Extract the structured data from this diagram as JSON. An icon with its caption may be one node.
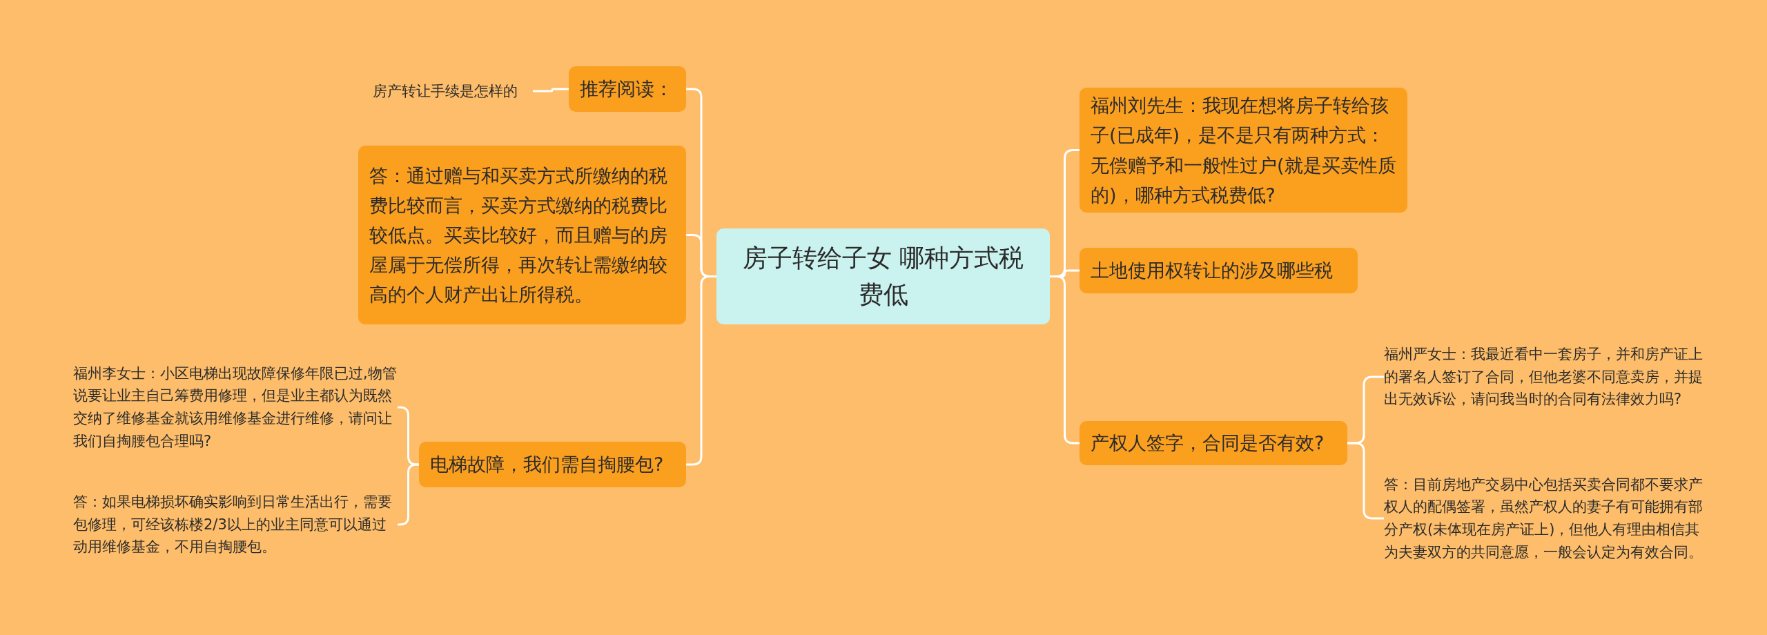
{
  "diagram": {
    "nodes": [
      {
        "text": [
          "房子转给子女 哪种方式税费低"
        ]
      },
      {
        "text": [
          "推荐阅读："
        ]
      },
      {
        "text": [
          "房产转让手续是怎样的"
        ]
      },
      {
        "text": [
          "答：通过赠与和买卖方式所缴纳的税费比较而言，买卖方式缴纳的税费比较低点。买卖比较好，而且赠与的房屋属于无偿所得，再次转让需缴纳较高的个人财产出让所得税。"
        ]
      },
      {
        "text": [
          "电梯故障，我们需自掏腰包?"
        ]
      },
      {
        "text": [
          "福州李女士：小区电梯出现故障保修年限已过,物管说要让业主自己筹费用修理，但是业主都认为既然交纳了维修基金就该用维修基金进行维修，请问让我们自掏腰包合理吗?"
        ]
      },
      {
        "text": [
          "答：如果电梯损坏确实影响到日常生活出行，需要包修理，可经该栋楼2/3以上的业主同意可以通过动用维修基金，不用自掏腰包。"
        ]
      },
      {
        "text": [
          "福州刘先生：我现在想将房子转给孩子(已成年)，是不是只有两种方式：无偿赠予和一般性过户(就是买卖性质的)，哪种方式税费低?"
        ]
      },
      {
        "text": [
          "土地使用权转让的涉及哪些税"
        ]
      },
      {
        "text": [
          "产权人签字，合同是否有效?"
        ]
      },
      {
        "text": [
          "福州严女士：我最近看中一套房子，并和房产证上的署名人签订了合同，但他老婆不同意卖房，并提出无效诉讼，请问我当时的合同有法律效力吗?"
        ]
      },
      {
        "text": [
          "答：目前房地产交易中心包括买卖合同都不要求产权人的配偶签署，虽然产权人的妻子有可能拥有部分产权(未体现在房产证上)，但他人有理由相信其为夫妻双方的共同意愿，一般会认定为有效合同。"
        ]
      }
    ],
    "edges": [
      {
        "from": 0,
        "to": 1,
        "arrow": "none"
      },
      {
        "from": 0,
        "to": 3,
        "arrow": "none"
      },
      {
        "from": 0,
        "to": 4,
        "arrow": "none"
      },
      {
        "from": 0,
        "to": 7,
        "arrow": "none"
      },
      {
        "from": 0,
        "to": 8,
        "arrow": "none"
      },
      {
        "from": 0,
        "to": 9,
        "arrow": "none"
      },
      {
        "from": 1,
        "to": 2,
        "arrow": "none"
      },
      {
        "from": 4,
        "to": 5,
        "arrow": "none"
      },
      {
        "from": 4,
        "to": 6,
        "arrow": "none"
      },
      {
        "from": 9,
        "to": 10,
        "arrow": "none"
      },
      {
        "from": 9,
        "to": 11,
        "arrow": "none"
      }
    ]
  }
}
